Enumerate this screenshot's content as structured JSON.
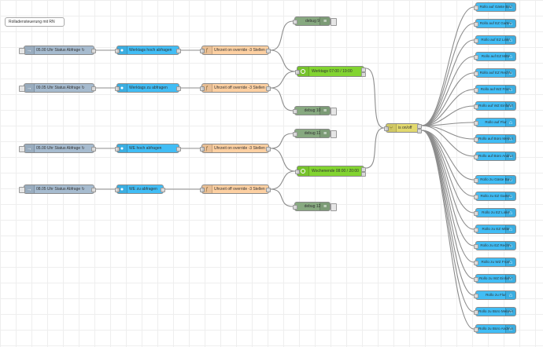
{
  "canvas": {
    "comment": "Rolladensteuerung mit RN",
    "flows": {
      "injects": [
        "05.00 Uhr Status Abfrage ↻",
        "09.05 Uhr Status Abfrage ↻",
        "05.00 Uhr Status Abfrage ↻",
        "08.05 Uhr Status Abfrage ↻"
      ],
      "states": [
        "Werktags hoch abfragen",
        "Werktags zu abfragen",
        "WE hoch abfragen",
        "WE zu abfragen"
      ],
      "functions": [
        "Uhrzeit on override -3 Stellen",
        "Uhrzeit off override -3 Stellen",
        "Uhrzeit on override -3 Stellen",
        "Uhrzeit off override -3 Stellen"
      ],
      "debugs": [
        "debug 9",
        "debug 10",
        "debug 11",
        "debug 12"
      ],
      "timers": [
        "Werktags 07:00 / 19:00",
        "Wochenende 08:00 / 20:00"
      ],
      "switch": "is on/off",
      "services": [
        "Rollo auf Gäste Bad",
        "Rollo auf EZ Garten",
        "Rollo auf EZ Links",
        "Rollo auf EZ Mitte",
        "Rollo auf EZ Rechts",
        "Rollo auf WZ Front",
        "Rollo auf WZ Einfahrt",
        "Rollo auf Flur",
        "Rollo auf Büro Melanie",
        "Rollo auf Büro Andreas",
        "Rollo zu Gäste Bad",
        "Rollo zu EZ Garten",
        "Rollo zu EZ Links",
        "Rollo zu EZ Mitte",
        "Rollo zu EZ Rechts",
        "Rollo zu WZ Front",
        "Rollo zu WZ Einfahrt",
        "Rollo zu Flur",
        "Rollo zu Büro Melanie",
        "Rollo zu Büro Andreas"
      ]
    }
  },
  "colors": {
    "inject": "#a6bbcf",
    "ha": "#41bdf5",
    "function": "#fdd0a2",
    "debug": "#87a980",
    "timer": "#82d430",
    "switch": "#e2d96e"
  }
}
